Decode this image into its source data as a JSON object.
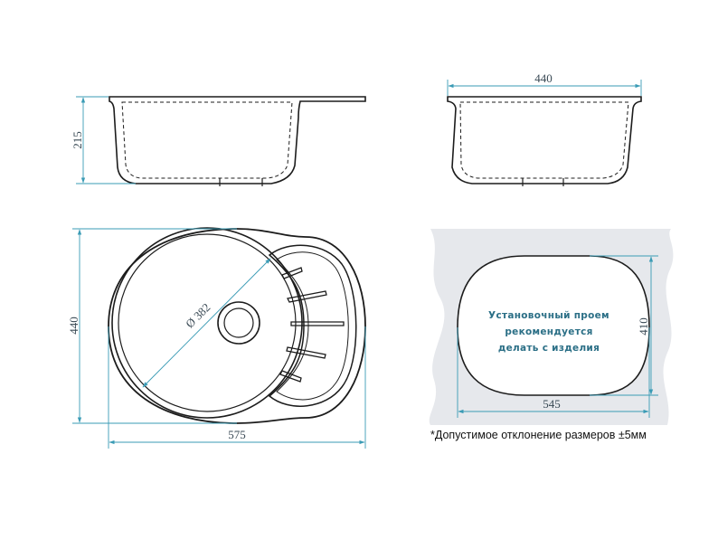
{
  "side_view": {
    "height_label": "215"
  },
  "front_view": {
    "width_label": "440"
  },
  "plan_view": {
    "depth_label": "440",
    "width_label": "575",
    "bowl_diameter_label": "Ø 382"
  },
  "cutout": {
    "note_lines": [
      "Установочный проем",
      "рекомендуется",
      "делать с изделия"
    ],
    "height_label": "410",
    "width_label": "545"
  },
  "footnote": "*Допустимое отклонение размеров  ±5мм",
  "colors": {
    "outline": "#1c1c1c",
    "dimension": "#3a9bb5",
    "countertop": "#e6e8ec",
    "note_text": "#2b6f86"
  }
}
